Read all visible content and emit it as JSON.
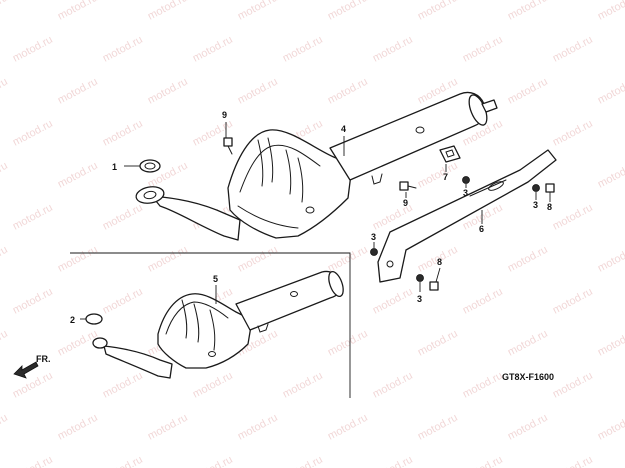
{
  "watermark_text": "motod.ru",
  "diagram_code": "GT8X-F1600",
  "direction_label": "FR.",
  "callouts": {
    "c1": "1",
    "c2": "2",
    "c3a": "3",
    "c3b": "3",
    "c3c": "3",
    "c3d": "3",
    "c4": "4",
    "c5": "5",
    "c6": "6",
    "c7": "7",
    "c8a": "8",
    "c8b": "8",
    "c9a": "9",
    "c9b": "9"
  }
}
